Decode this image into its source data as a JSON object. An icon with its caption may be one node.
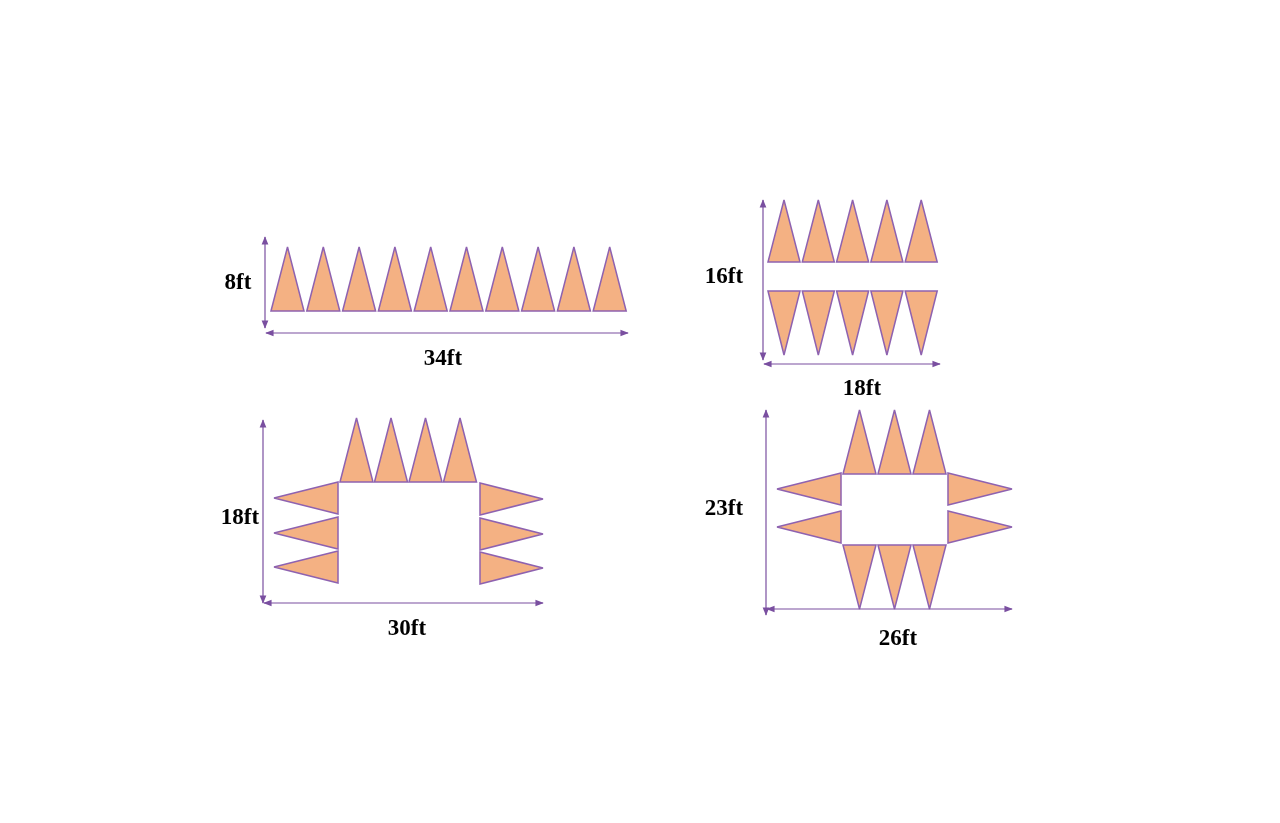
{
  "diagram": {
    "labels": [
      "8ft",
      "34ft",
      "16ft",
      "18ft",
      "18ft",
      "30ft",
      "23ft",
      "26ft"
    ]
  }
}
